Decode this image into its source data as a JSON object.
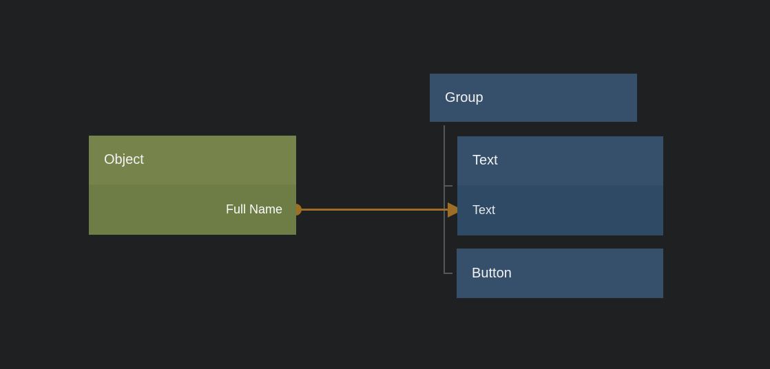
{
  "nodes": {
    "object": {
      "title": "Object",
      "output_port": "Full Name"
    },
    "group": {
      "title": "Group"
    },
    "text": {
      "title": "Text",
      "input_port": "Text"
    },
    "button": {
      "title": "Button"
    }
  },
  "hierarchy": {
    "parent": "Group",
    "children": [
      "Text",
      "Button"
    ]
  },
  "connection": {
    "from_node": "Object",
    "from_port": "Full Name",
    "to_node": "Text",
    "to_port": "Text"
  },
  "colors": {
    "background": "#1F2022",
    "object_header": "#76844C",
    "object_body": "#6E7D45",
    "blue_header": "#36506B",
    "blue_body": "#2F4A64",
    "connection": "#9C6E26",
    "tree_line": "#56575B",
    "text_primary": "#F2F2F2",
    "text_secondary": "#E7E9EA"
  }
}
